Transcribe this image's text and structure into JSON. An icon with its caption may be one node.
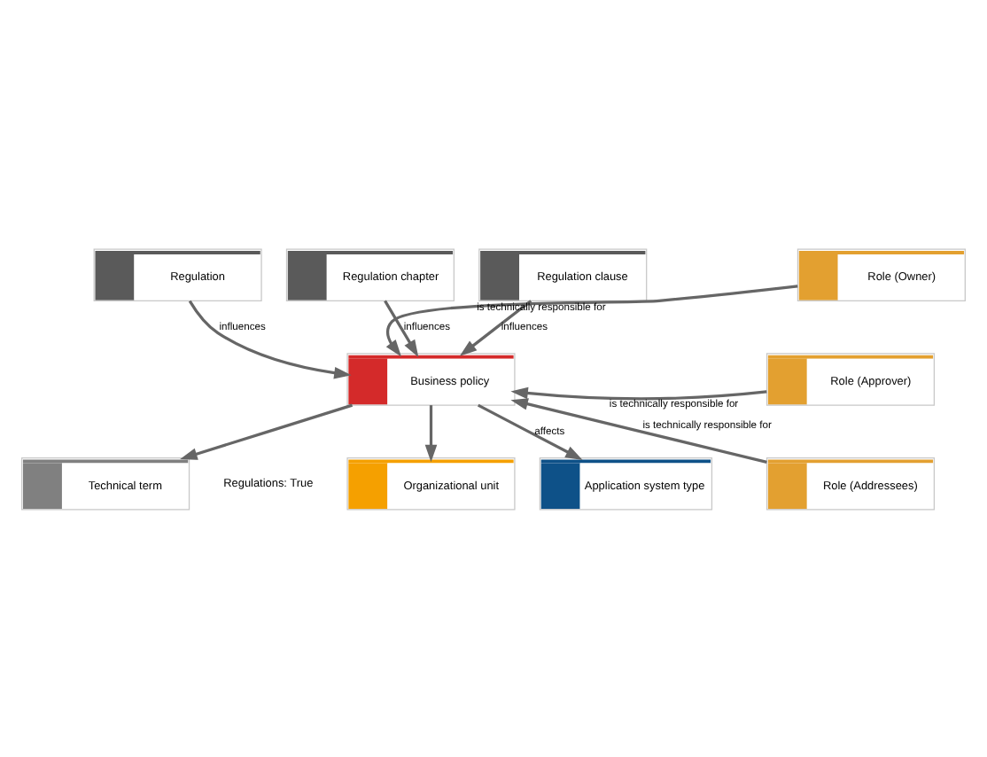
{
  "diagram": {
    "nodes": [
      {
        "text": [
          "Regulation"
        ]
      },
      {
        "text": [
          "Regulation chapter"
        ]
      },
      {
        "text": [
          "Regulation clause"
        ]
      },
      {
        "text": [
          "Business policy"
        ]
      },
      {
        "text": [
          "Role (Owner)"
        ]
      },
      {
        "text": [
          "Role (Approver)"
        ]
      },
      {
        "text": [
          "Role (Addressees)"
        ]
      },
      {
        "text": [
          "Organizational unit"
        ]
      },
      {
        "text": [
          "Application system type"
        ]
      },
      {
        "text": [
          "Technical term"
        ],
        "beside": [
          "Regulations: True"
        ]
      }
    ],
    "edges": [
      {
        "from": 0,
        "to": 3,
        "arrow": "to",
        "label": "influences"
      },
      {
        "from": 1,
        "to": 3,
        "arrow": "to",
        "label": "influences"
      },
      {
        "from": 2,
        "to": 3,
        "arrow": "to",
        "label": "influences"
      },
      {
        "from": 4,
        "to": 3,
        "arrow": "to",
        "label": "is technically responsible for"
      },
      {
        "from": 5,
        "to": 3,
        "arrow": "to",
        "label": "is technically responsible for"
      },
      {
        "from": 6,
        "to": 3,
        "arrow": "to",
        "label": "is technically responsible for"
      },
      {
        "from": 3,
        "to": 7,
        "arrow": "to"
      },
      {
        "from": 3,
        "to": 8,
        "arrow": "to",
        "label": "affects"
      },
      {
        "from": 3,
        "to": 9,
        "arrow": "to"
      }
    ]
  }
}
